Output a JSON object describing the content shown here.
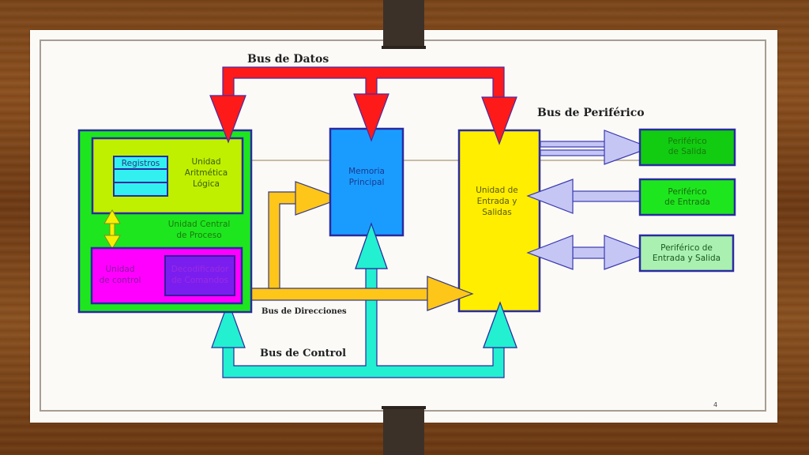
{
  "diagram": {
    "bus_labels": {
      "data": "Bus de Datos",
      "peripheral": "Bus de Periférico",
      "address": "Bus de Direcciones",
      "control": "Bus de Control"
    },
    "cpu": {
      "label_line1": "Unidad Central",
      "label_line2": "de Proceso",
      "alu": {
        "label_line1": "Unidad",
        "label_line2": "Aritmética",
        "label_line3": "Lógica",
        "registers_label": "Registros"
      },
      "control_unit": {
        "label_line1": "Unidad",
        "label_line2": "de control",
        "decoder_line1": "Decodificador",
        "decoder_line2": "de Comandos"
      }
    },
    "memory": {
      "label_line1": "Memoria",
      "label_line2": "Principal"
    },
    "io_unit": {
      "label_line1": "Unidad de",
      "label_line2": "Entrada y",
      "label_line3": "Salidas"
    },
    "peripherals": [
      {
        "line1": "Periférico",
        "line2": "de Salida"
      },
      {
        "line1": "Periférico",
        "line2": "de Entrada"
      },
      {
        "line1": "Periférico  de",
        "line2": "Entrada y Salida"
      }
    ],
    "colors": {
      "data_bus": "#ff1a1a",
      "address_bus": "#ffc61a",
      "control_bus": "#22f0d0",
      "peripheral_bus": "#c6c6f5",
      "cpu": "#1ee61e",
      "alu": "#bff000",
      "registers": "#33f0f0",
      "control_unit": "#ff00ff",
      "decoder": "#7a1ef0",
      "memory": "#1a9cff",
      "io_unit": "#ffee00",
      "periph_dark": "#11cc11",
      "periph_mid": "#1ee61e",
      "periph_light": "#aaf0b0",
      "outline": "#2a2aa0"
    }
  },
  "slide": {
    "page_number": "4"
  }
}
